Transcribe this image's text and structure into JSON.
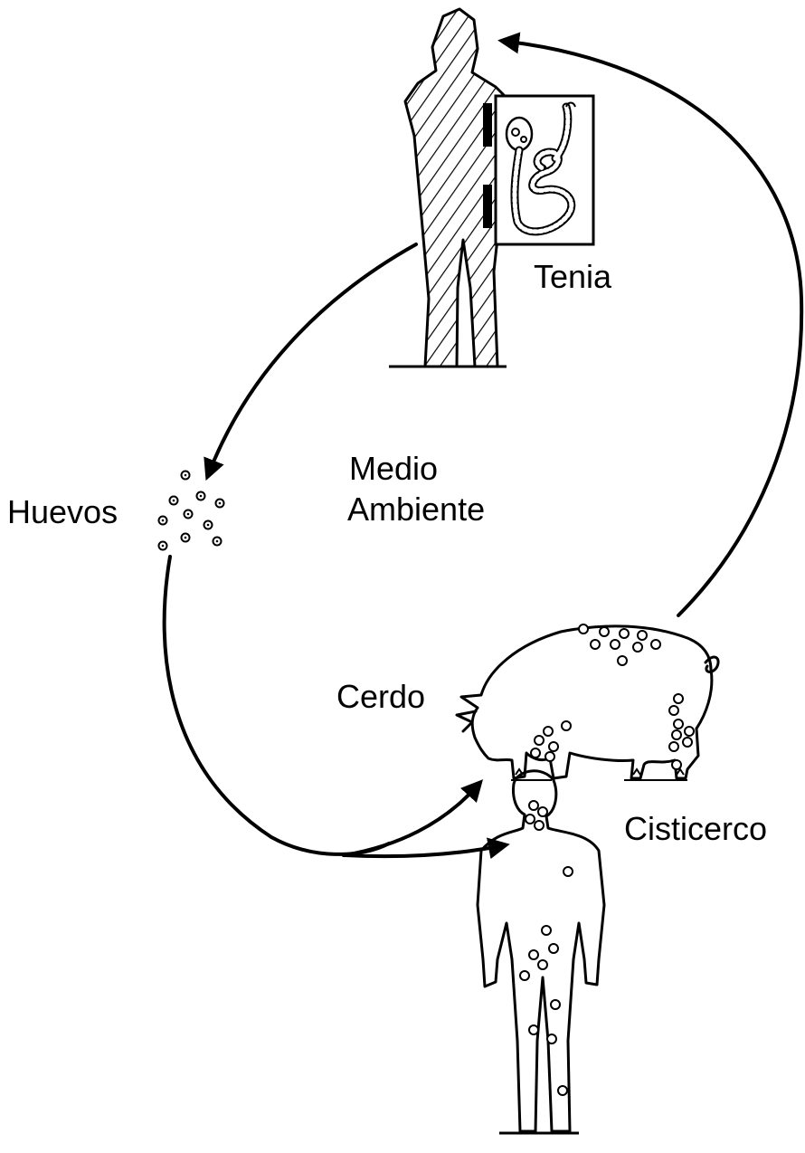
{
  "labels": {
    "tenia": "Tenia",
    "medio_line1": "Medio",
    "medio_line2": "Ambiente",
    "huevos": "Huevos",
    "cerdo": "Cerdo",
    "cisticerco": "Cisticerco"
  }
}
